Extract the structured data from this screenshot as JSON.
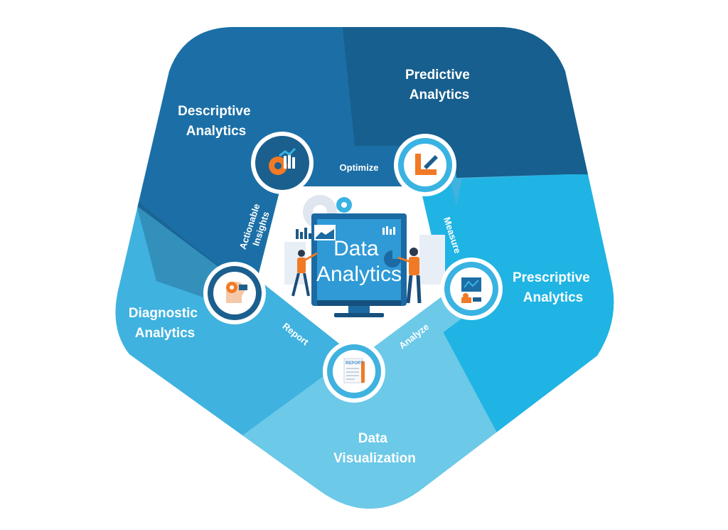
{
  "center": {
    "title_line1": "Data",
    "title_line2": "Analytics"
  },
  "segments": [
    {
      "id": "descriptive",
      "line1": "Descriptive",
      "line2": "Analytics",
      "color": "#1b6fa6"
    },
    {
      "id": "predictive",
      "line1": "Predictive",
      "line2": "Analytics",
      "color": "#175f8e"
    },
    {
      "id": "prescriptive",
      "line1": "Prescriptive",
      "line2": "Analytics",
      "color": "#1fb4e4"
    },
    {
      "id": "data-visualization",
      "line1": "Data",
      "line2": "Visualization",
      "color": "#6cc9e8"
    },
    {
      "id": "diagnostic",
      "line1": "Diagnostic",
      "line2": "Analytics",
      "color": "#3fb2df"
    }
  ],
  "links": {
    "optimize": "Optimize",
    "measure": "Measure",
    "analyze": "Analyze",
    "report": "Report",
    "actionable_line1": "Actionable",
    "actionable_line2": "Insights"
  },
  "nodes": [
    {
      "id": "descriptive",
      "icon": "gear-chart-icon"
    },
    {
      "id": "predictive",
      "icon": "ruler-pencil-icon"
    },
    {
      "id": "prescriptive",
      "icon": "analyst-screen-icon"
    },
    {
      "id": "visualization",
      "icon": "report-document-icon",
      "doc_label": "REPORT"
    },
    {
      "id": "diagnostic",
      "icon": "head-gear-icon"
    }
  ],
  "colors": {
    "dark_blue": "#175f8e",
    "mid_blue": "#1b6fa6",
    "bright_blue": "#1fb4e4",
    "light_blue": "#6cc9e8",
    "accent_orange": "#f07a26"
  }
}
